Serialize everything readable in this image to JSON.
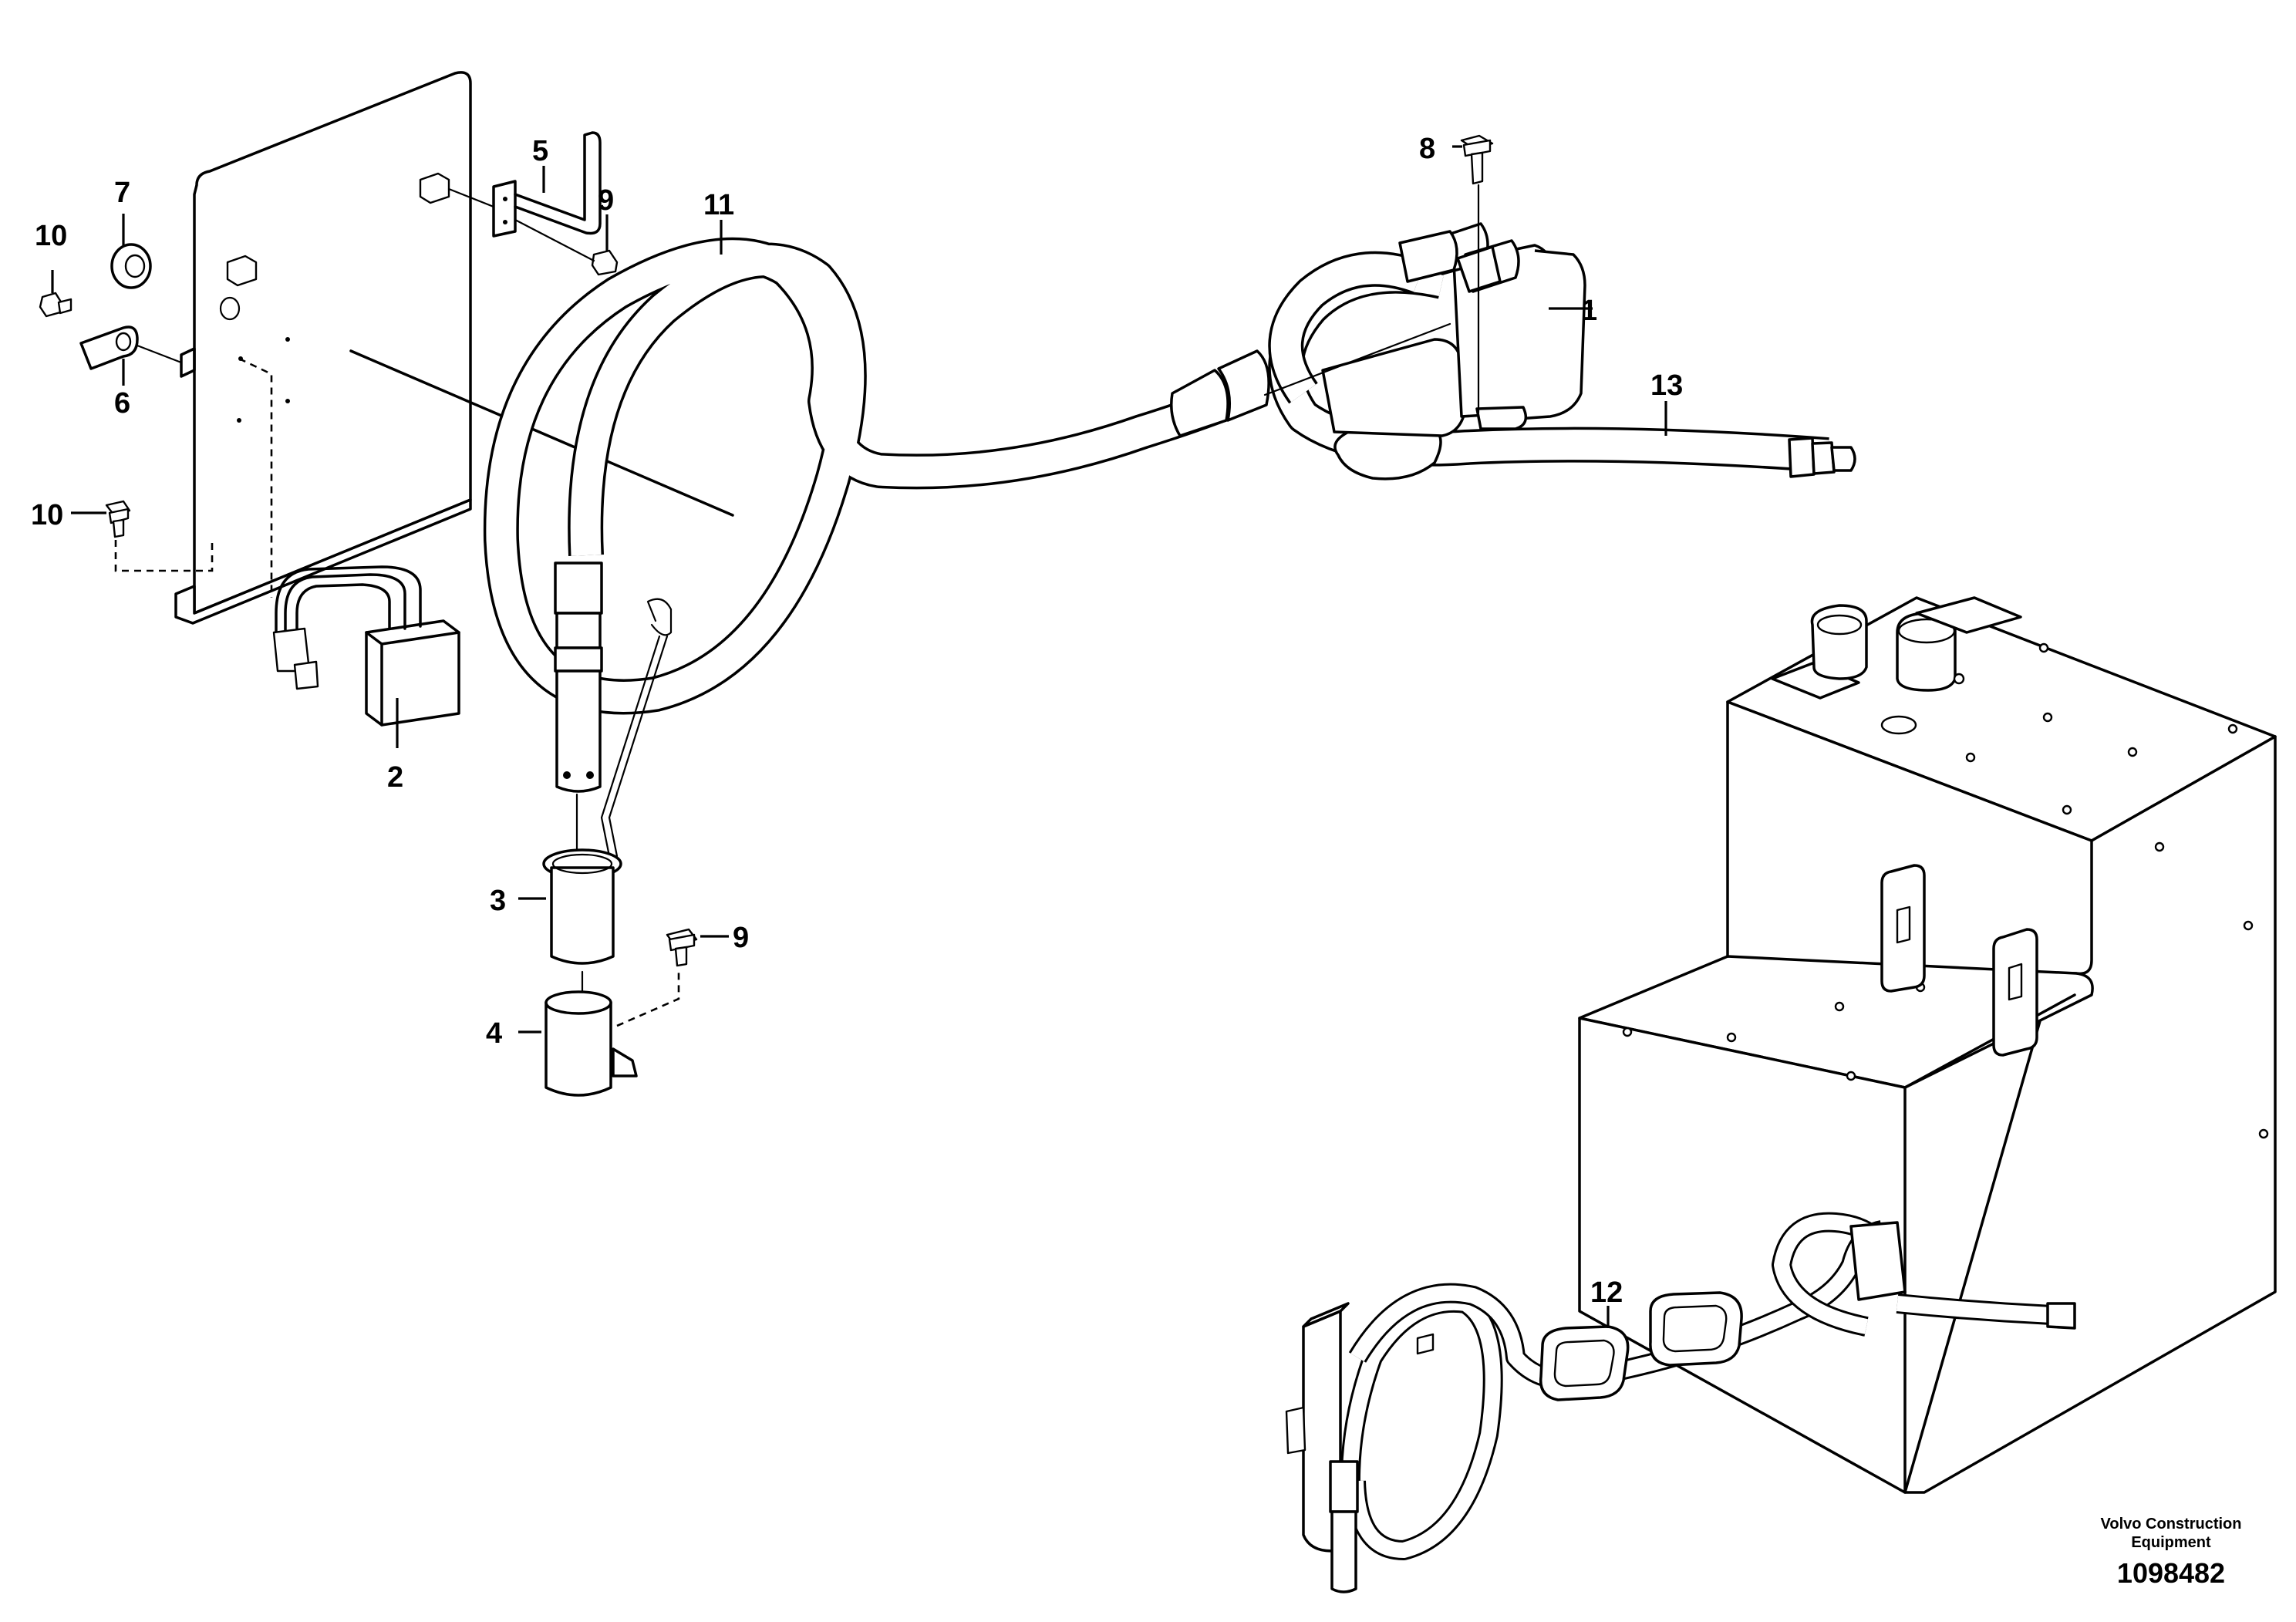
{
  "callouts": [
    {
      "id": "c1",
      "text": "1"
    },
    {
      "id": "c2",
      "text": "2"
    },
    {
      "id": "c3",
      "text": "3"
    },
    {
      "id": "c4",
      "text": "4"
    },
    {
      "id": "c5",
      "text": "5"
    },
    {
      "id": "c6",
      "text": "6"
    },
    {
      "id": "c7",
      "text": "7"
    },
    {
      "id": "c8",
      "text": "8"
    },
    {
      "id": "c9a",
      "text": "9"
    },
    {
      "id": "c9b",
      "text": "9"
    },
    {
      "id": "c10a",
      "text": "10"
    },
    {
      "id": "c10b",
      "text": "10"
    },
    {
      "id": "c11",
      "text": "11"
    },
    {
      "id": "c12",
      "text": "12"
    },
    {
      "id": "c13",
      "text": "13"
    }
  ],
  "footer": {
    "company_line1": "Volvo Construction",
    "company_line2": "Equipment",
    "document_number": "1098482"
  }
}
